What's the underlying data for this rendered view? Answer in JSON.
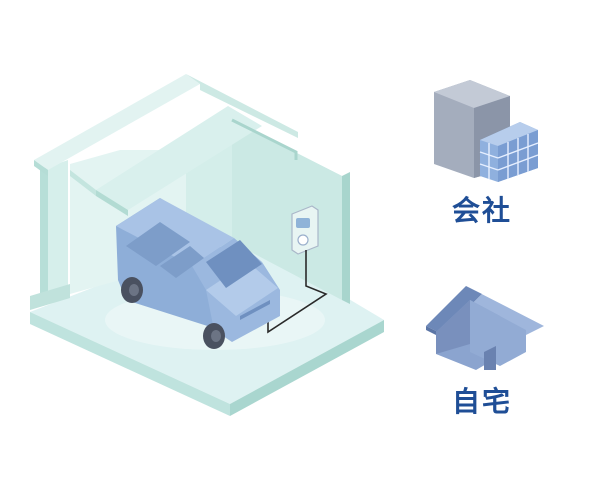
{
  "labels": {
    "company": "会社",
    "home": "自宅"
  },
  "colors": {
    "label_text": "#1f4e96",
    "car_body": "#8eaed8",
    "garage_floor": "#dff1f1",
    "garage_wall": "#c8e8e4",
    "building_gray": "#a4adbd",
    "building_blue": "#8fb0de",
    "house_blue": "#7e98c4"
  },
  "icons": {
    "garage": "garage-with-car-and-charger-illustration",
    "company": "office-building-icon",
    "home": "house-icon"
  }
}
